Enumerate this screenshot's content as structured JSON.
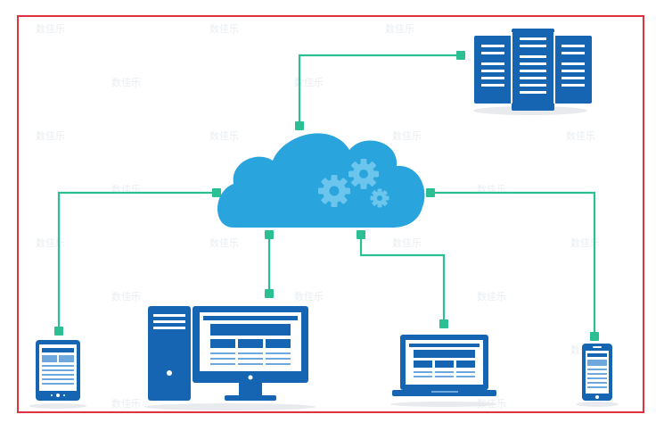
{
  "diagram": {
    "colors": {
      "frame": "#e0313f",
      "cloud": "#29a4dd",
      "gear": "#6cc5ec",
      "connector": "#2bbf93",
      "device": "#1565b3",
      "device_light": "#6fa8dc",
      "screen": "#ffffff",
      "shadow": "#e8eaee"
    },
    "nodes": [
      {
        "id": "cloud",
        "icon": "cloud-gears-icon"
      },
      {
        "id": "server",
        "icon": "server-rack-icon"
      },
      {
        "id": "tablet",
        "icon": "tablet-icon"
      },
      {
        "id": "desktop",
        "icon": "desktop-computer-icon"
      },
      {
        "id": "laptop",
        "icon": "laptop-icon"
      },
      {
        "id": "phone",
        "icon": "smartphone-icon"
      }
    ],
    "edges": [
      {
        "from": "cloud",
        "to": "server"
      },
      {
        "from": "cloud",
        "to": "tablet"
      },
      {
        "from": "cloud",
        "to": "desktop"
      },
      {
        "from": "cloud",
        "to": "laptop"
      },
      {
        "from": "cloud",
        "to": "phone"
      }
    ],
    "watermark": "数佳乐"
  }
}
